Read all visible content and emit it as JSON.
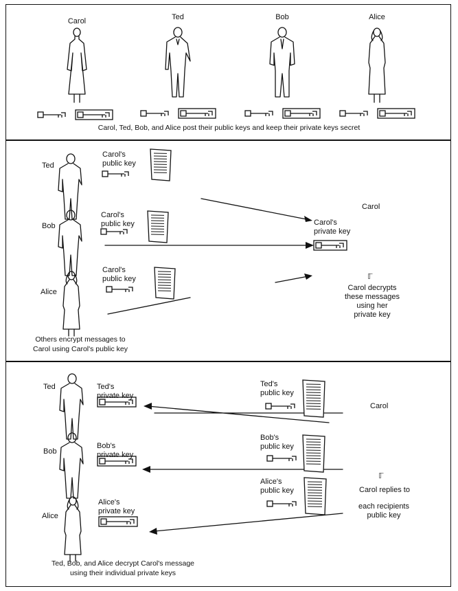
{
  "panel_1": {
    "people": [
      "Carol",
      "Ted",
      "Bob",
      "Alice"
    ],
    "caption": "Carol, Ted, Bob, and Alice post their public keys and keep their private keys secret"
  },
  "panel_2": {
    "senders": [
      "Ted",
      "Bob",
      "Alice"
    ],
    "key_label": "Carol's\npublic key",
    "receiver": "Carol",
    "receiver_key_label": "Carol's\nprivate key",
    "symbol": "ℾ",
    "receiver_note": "Carol decrypts\nthese messages\nusing her\nprivate key",
    "caption": "Others encrypt messages to\nCarol using Carol's public key"
  },
  "panel_3": {
    "recipients": [
      "Ted",
      "Bob",
      "Alice"
    ],
    "private_key_labels": [
      "Ted's\nprivate key",
      "Bob's\nprivate key",
      "Alice's\nprivate key"
    ],
    "public_key_labels": [
      "Ted's\npublic key",
      "Bob's\npublic key",
      "Alice's\npublic key"
    ],
    "sender": "Carol",
    "symbol": "ℾ",
    "sender_note_1": "Carol replies to",
    "sender_note_2": "each recipients\npublic key",
    "caption": "Ted, Bob, and Alice decrypt Carol's message\nusing their individual private keys"
  }
}
